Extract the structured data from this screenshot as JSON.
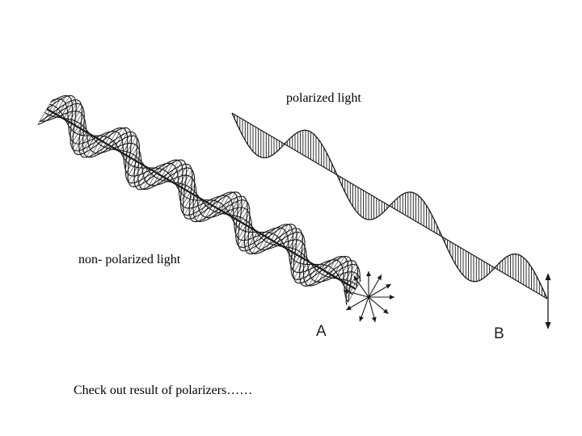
{
  "labels": {
    "polarized": "polarized light",
    "non_polarized": "non- polarized light",
    "caption": "Check out result of polarizers……",
    "figure_a": "A",
    "figure_b": "B"
  },
  "colors": {
    "ink": "#1a1a1a",
    "background": "#ffffff"
  }
}
